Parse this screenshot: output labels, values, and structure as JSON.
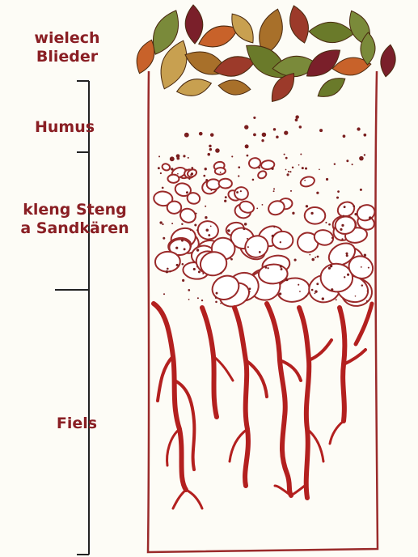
{
  "diagram": {
    "layers": [
      {
        "id": "leaves",
        "lines": [
          "wielech",
          "Blieder"
        ]
      },
      {
        "id": "humus",
        "lines": [
          "Humus"
        ]
      },
      {
        "id": "stones",
        "lines": [
          "kleng Steng",
          "a Sandkären"
        ]
      },
      {
        "id": "rock",
        "lines": [
          "Fiels"
        ]
      }
    ],
    "colors": {
      "label": "#8a1f24",
      "outline": "#9a2a2a",
      "roots": "#b3201f",
      "bracket": "#222222",
      "paper": "#fdfcf6",
      "leaf_green": "#7a8a3a",
      "leaf_red": "#7a1f2a",
      "leaf_orange": "#c8622a",
      "leaf_tan": "#c8a050"
    }
  }
}
